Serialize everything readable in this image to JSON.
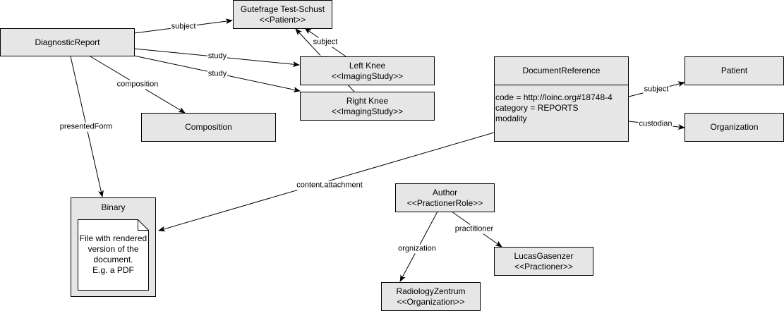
{
  "nodes": {
    "diagnostic_report": "DiagnosticReport",
    "patient_test": {
      "name": "Gutefrage Test-Schust",
      "stereotype": "<<Patient>>"
    },
    "left_knee": {
      "name": "Left Knee",
      "stereotype": "<<ImagingStudy>>"
    },
    "right_knee": {
      "name": "Right Knee",
      "stereotype": "<<ImagingStudy>>"
    },
    "composition": "Composition",
    "document_reference": {
      "title": "DocumentReference",
      "fields": [
        "code = http://loinc.org#18748-4",
        "category = REPORTS",
        "modality"
      ]
    },
    "patient": "Patient",
    "organization": "Organization",
    "binary": {
      "title": "Binary",
      "note_lines": [
        "File with rendered",
        "version of the",
        "document.",
        "E.g. a PDF"
      ]
    },
    "author": {
      "name": "Author",
      "stereotype": "<<PractionerRole>>"
    },
    "practitioner": {
      "name": "LucasGasenzer",
      "stereotype": "<<Practioner>>"
    },
    "radiology": {
      "name": "RadiologyZentrum",
      "stereotype": "<<Organization>>"
    }
  },
  "edges": {
    "dr_subject": "subject",
    "dr_study_left": "study",
    "dr_study_right": "study",
    "dr_composition": "composition",
    "dr_presented_form": "presentedForm",
    "left_subject": "subject",
    "right_subject": "subject",
    "docref_subject": "subject",
    "docref_custodian": "custodian",
    "docref_content": "content.attachment",
    "author_practitioner": "practitioner",
    "author_organization": "orgnization"
  }
}
